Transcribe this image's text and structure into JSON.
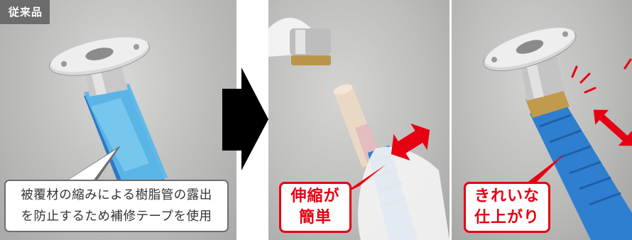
{
  "panels": {
    "before": {
      "tag": "従来品",
      "caption_line1": "被覆材の縮みによる樹脂管の露出",
      "caption_line2": "を防止するため補修テープを使用"
    },
    "middle": {
      "badge_line1": "伸縮が",
      "badge_line2": "簡単"
    },
    "after": {
      "badge_line1": "きれいな",
      "badge_line2": "仕上がり"
    }
  },
  "colors": {
    "accent_red": "#e60012",
    "tag_gray": "#6c6c6c",
    "caption_border": "#6e6e6e",
    "hose_blue": "#2f7fd0",
    "tape_blue": "#4fb3e6"
  }
}
